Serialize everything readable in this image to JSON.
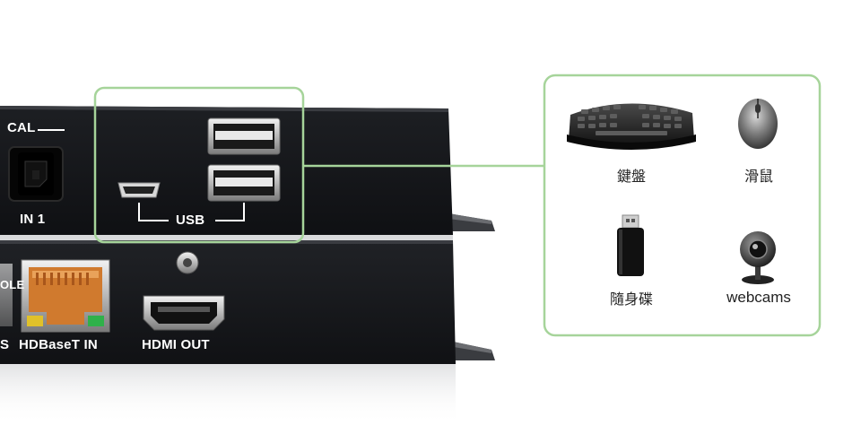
{
  "device": {
    "labels": {
      "optical": "CAL",
      "in1": "IN 1",
      "usb": "USB",
      "ole": "OLE",
      "s": "S",
      "hdbaset_in": "HDBaseT IN",
      "hdmi_out": "HDMI OUT"
    }
  },
  "callout": {
    "accent_color": "#a6d49a",
    "items": [
      {
        "name": "鍵盤",
        "icon": "keyboard-icon"
      },
      {
        "name": "滑鼠",
        "icon": "mouse-icon"
      },
      {
        "name": "隨身碟",
        "icon": "usb-drive-icon"
      },
      {
        "name": "webcams",
        "icon": "webcam-icon"
      }
    ]
  }
}
